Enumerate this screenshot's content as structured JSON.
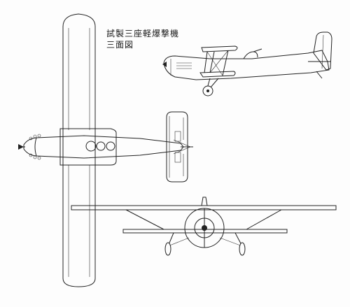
{
  "title": {
    "line1": "試製三座軽爆撃機",
    "line2": "三面図"
  },
  "views": [
    "top-view",
    "side-view",
    "front-view"
  ],
  "colors": {
    "ink": "#222222",
    "paper": "#fdfdfd"
  }
}
